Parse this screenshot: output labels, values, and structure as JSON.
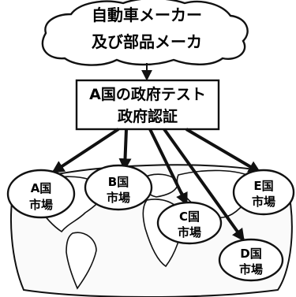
{
  "manufacturer": {
    "line1": "自動車メーカー",
    "line2": "及び部品メーカ"
  },
  "authority": {
    "line1": "A国の政府テスト",
    "line2": "政府認証"
  },
  "markets": [
    {
      "id": "a",
      "line1": "A国",
      "line2": "市場"
    },
    {
      "id": "b",
      "line1": "B国",
      "line2": "市場"
    },
    {
      "id": "c",
      "line1": "C国",
      "line2": "市場"
    },
    {
      "id": "d",
      "line1": "D国",
      "line2": "市場"
    },
    {
      "id": "e",
      "line1": "E国",
      "line2": "市場"
    }
  ]
}
